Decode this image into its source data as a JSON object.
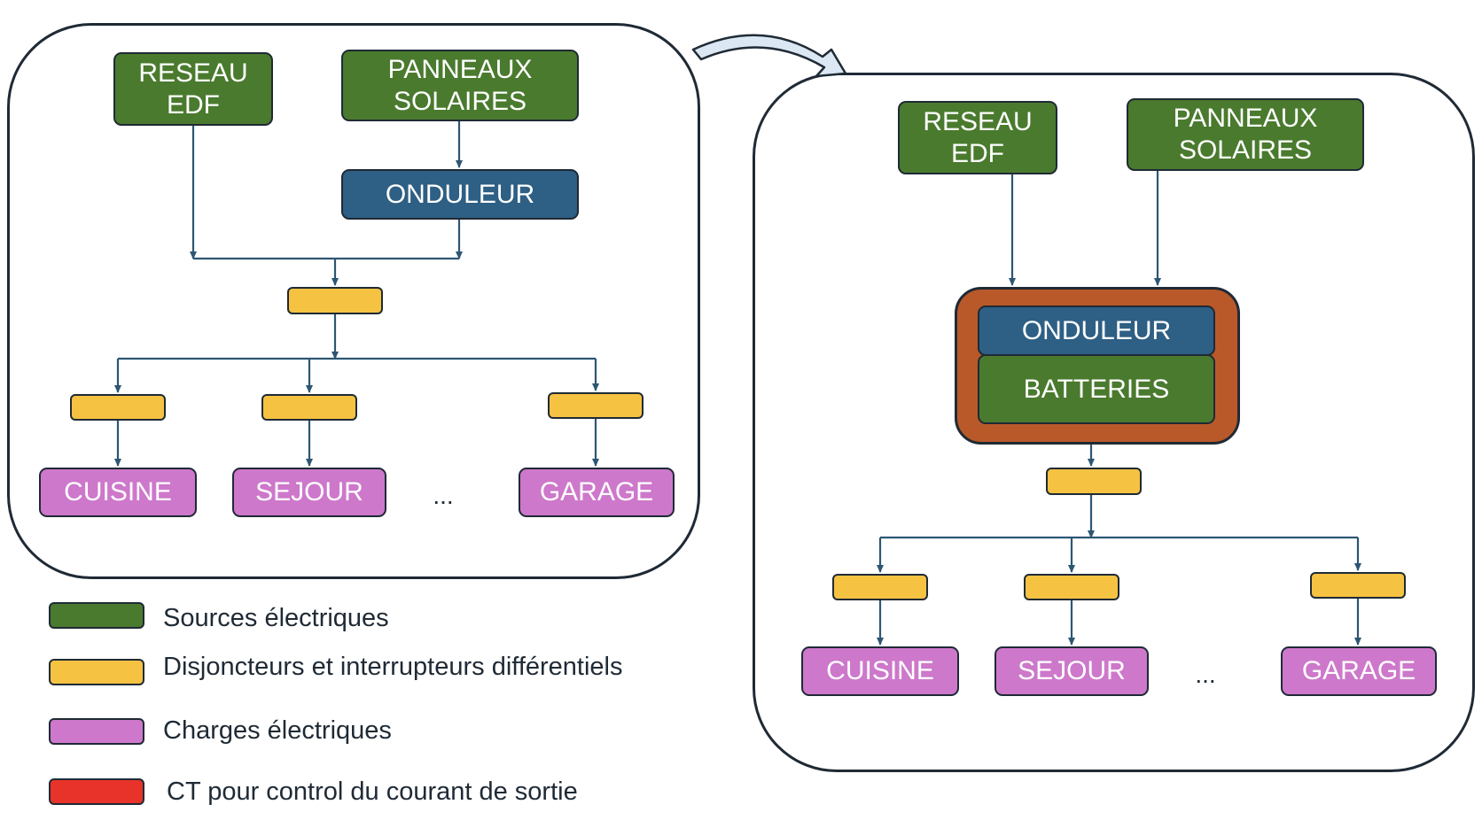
{
  "colors": {
    "source": "#4a7a2e",
    "inverter": "#2e5f84",
    "breaker": "#f5c242",
    "load": "#cd78cb",
    "enclosure": "#b9592a",
    "ct": "#e8332a",
    "line": "#2d5673"
  },
  "icons": {
    "transition_arrow": "curved-arrow-right-icon"
  },
  "before": {
    "grid": "RESEAU\nEDF",
    "solar": "PANNEAUX\nSOLAIRES",
    "inverter": "ONDULEUR",
    "loads": [
      "CUISINE",
      "SEJOUR",
      "GARAGE"
    ],
    "ellipsis": "..."
  },
  "after": {
    "grid": "RESEAU\nEDF",
    "solar": "PANNEAUX\nSOLAIRES",
    "inverter": "ONDULEUR",
    "batteries": "BATTERIES",
    "loads": [
      "CUISINE",
      "SEJOUR",
      "GARAGE"
    ],
    "ellipsis": "..."
  },
  "legend": [
    {
      "label": "Sources électriques",
      "color": "#4a7a2e"
    },
    {
      "label": "Disjoncteurs et interrupteurs différentiels",
      "color": "#f5c242"
    },
    {
      "label": "Charges électriques",
      "color": "#cd78cb"
    },
    {
      "label": "CT pour control du courant de sortie",
      "color": "#e8332a"
    }
  ]
}
